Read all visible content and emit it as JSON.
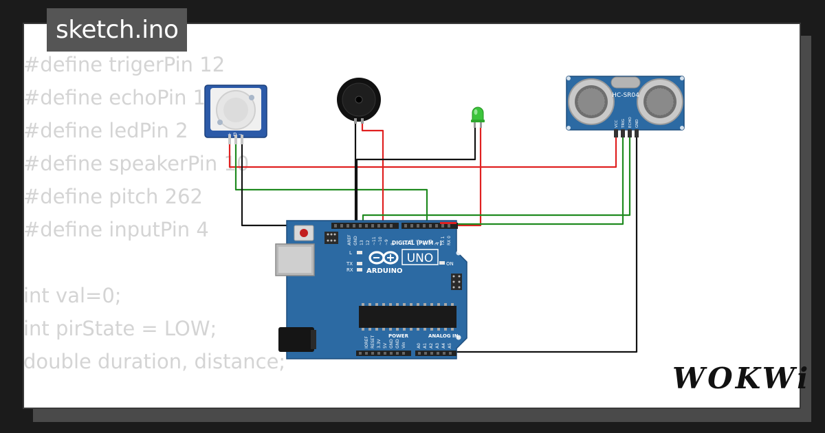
{
  "title": "sketch.ino",
  "code_lines": [
    "#define trigerPin 12",
    "#define echoPin 11",
    "#define ledPin 2",
    "#define speakerPin 10",
    "#define pitch 262",
    "#define inputPin 4",
    "",
    "int val=0;",
    "int pirState = LOW;",
    "double duration, distance;"
  ],
  "brand": "WOKWi",
  "components": {
    "pir": {
      "pins": [
        "+",
        "D",
        "−"
      ]
    },
    "sonar": {
      "label": "HC-SR04",
      "pins": [
        "VCC",
        "TRIG",
        "ECHO",
        "GND"
      ]
    },
    "arduino": {
      "logo": "ARDUINO",
      "model": "UNO",
      "digital_label": "DIGITAL (PWM ~)",
      "power_label": "POWER",
      "analog_label": "ANALOG IN",
      "on_label": "ON",
      "l_label": "L",
      "tx_label": "TX",
      "rx_label": "RX",
      "aref": "AREF",
      "gnd": "GND",
      "d13": "13",
      "d12": "12",
      "d11": "~11",
      "d10": "~10",
      "d9": "~9",
      "d8": "8",
      "d7": "7",
      "d6": "~6",
      "d5": "~5",
      "d4": "4",
      "d3": "~3",
      "d2": "2",
      "d1": "TX 1",
      "d0": "RX 0",
      "p_ioref": "IOREF",
      "p_reset": "RESET",
      "p_3v3": "3.3V",
      "p_5v": "5V",
      "p_gnd1": "GND",
      "p_gnd2": "GND",
      "p_vin": "Vin",
      "a0": "A0",
      "a1": "A1",
      "a2": "A2",
      "a3": "A3",
      "a4": "A4",
      "a5": "A5"
    }
  },
  "colors": {
    "board": "#2c6aa3",
    "wire_red": "#e02020",
    "wire_green": "#1f8a1f",
    "wire_black": "#111111",
    "code_text": "#d4d4d4",
    "title_bg": "#555555"
  }
}
